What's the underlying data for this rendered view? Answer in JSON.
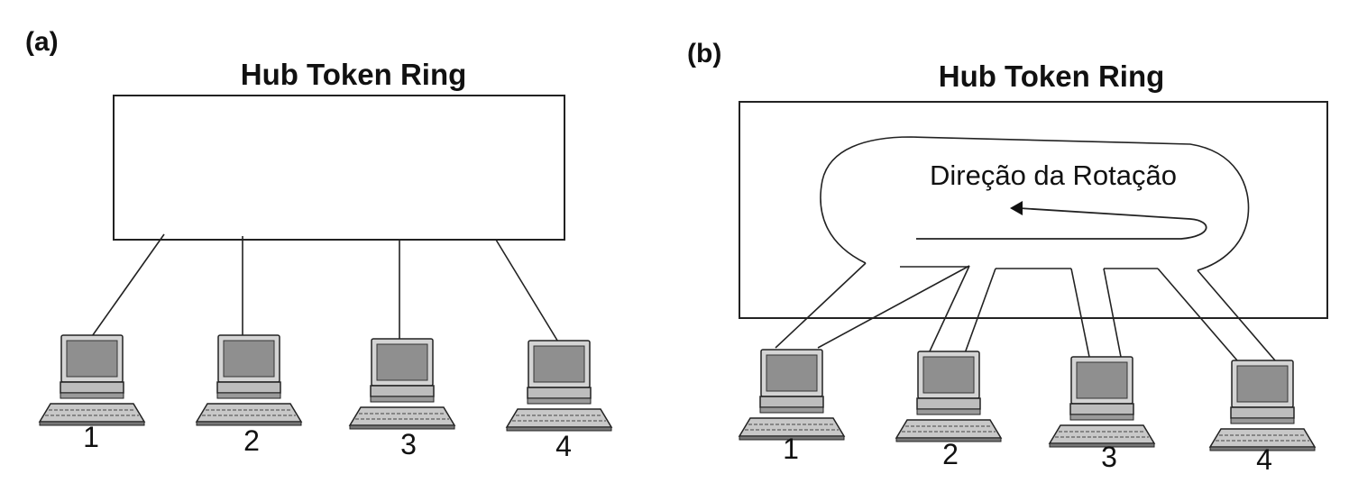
{
  "panel_a": {
    "label": "(a)",
    "hub_title": "Hub Token Ring",
    "computers": [
      "1",
      "2",
      "3",
      "4"
    ]
  },
  "panel_b": {
    "label": "(b)",
    "hub_title": "Hub Token Ring",
    "rotation_label": "Direção da Rotação",
    "computers": [
      "1",
      "2",
      "3",
      "4"
    ]
  }
}
